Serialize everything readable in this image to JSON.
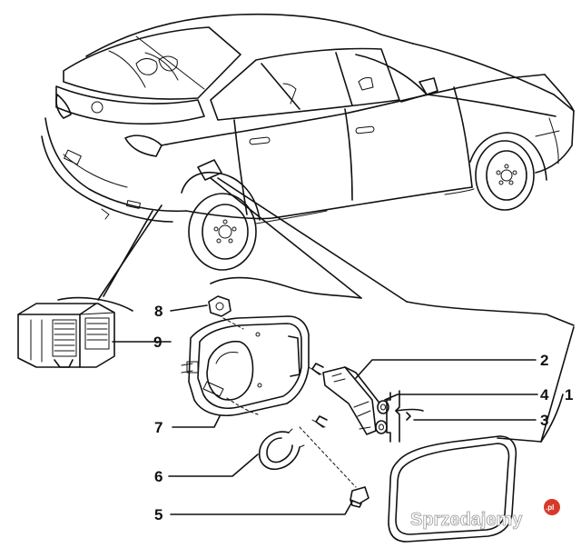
{
  "callouts": [
    {
      "id": "1",
      "label": "1"
    },
    {
      "id": "2",
      "label": "2"
    },
    {
      "id": "3",
      "label": "3"
    },
    {
      "id": "4",
      "label": "4"
    },
    {
      "id": "5",
      "label": "5"
    },
    {
      "id": "6",
      "label": "6"
    },
    {
      "id": "7",
      "label": "7"
    },
    {
      "id": "8",
      "label": "8"
    },
    {
      "id": "9",
      "label": "9"
    }
  ],
  "watermark": {
    "text": "Sprzedajemy",
    "badge": ".pl",
    "color": "#d83a2a"
  },
  "icons": [
    "car-body-drawing",
    "fuel-door-housing",
    "fuel-flap-cover",
    "actuator-box",
    "hinge-bracket",
    "retaining-ring",
    "nut",
    "plug",
    "screw"
  ]
}
